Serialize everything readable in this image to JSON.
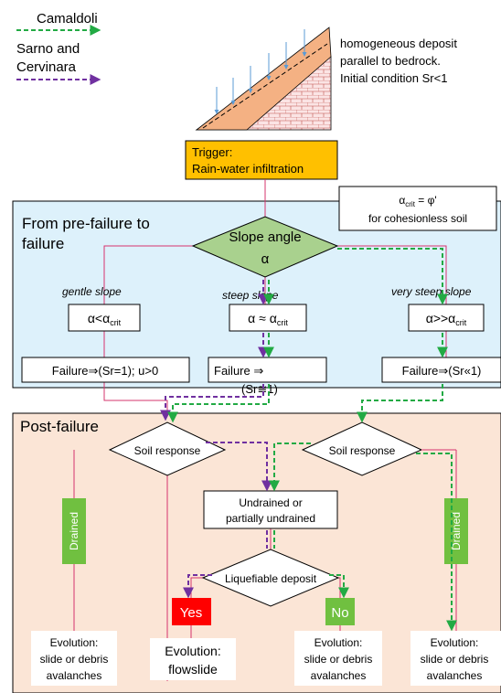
{
  "legend": {
    "camaldoli": "Camaldoli",
    "sarno_line1": "Sarno and",
    "sarno_line2": "Cervinara"
  },
  "initial_condition": {
    "line1": "homogeneous deposit",
    "line2": "parallel to bedrock.",
    "line3": "Initial condition Sr<1"
  },
  "trigger": {
    "line1": "Trigger:",
    "line2": "Rain-water infiltration"
  },
  "pre_failure": {
    "title_line1": "From pre-failure to",
    "title_line2": "failure",
    "alpha_note": {
      "sym": "α",
      "sub": "crit",
      "rest": " = φ'",
      "line2": "for cohesionless soil"
    },
    "slope_decision": {
      "line1": "Slope angle",
      "line2": "α"
    },
    "gentle": {
      "label": "gentle slope",
      "cond_prefix": "α<α",
      "cond_sub": "crit",
      "failure": "Failure⇒(Sr=1); u>0"
    },
    "steep": {
      "label": "steep slope",
      "cond_prefix": "α ≈ α",
      "cond_sub": "crit",
      "failure_line1": "Failure ⇒",
      "failure_line2": "(Sr≅1)"
    },
    "very_steep": {
      "label": "very steep slope",
      "cond_prefix": "α>>α",
      "cond_sub": "crit",
      "failure": "Failure⇒(Sr«1)"
    }
  },
  "post_failure": {
    "title": "Post-failure",
    "soil_response_left": "Soil response",
    "soil_response_right": "Soil response",
    "drained_left": "Drained",
    "drained_right": "Drained",
    "undrained_line1": "Undrained or",
    "undrained_line2": "partially undrained",
    "liquefiable": "Liquefiable deposit",
    "yes": "Yes",
    "no": "No",
    "evolution_1": {
      "line1": "Evolution:",
      "line2": "slide or debris",
      "line3": "avalanches"
    },
    "evolution_2": {
      "line1": "Evolution:",
      "line2": "flowslide"
    },
    "evolution_3": {
      "line1": "Evolution:",
      "line2": "slide or debris",
      "line3": "avalanches"
    },
    "evolution_4": {
      "line1": "Evolution:",
      "line2": "slide or debris",
      "line3": "avalanches"
    }
  },
  "colors": {
    "camaldoli_arrow": "#22aa44",
    "sarno_arrow": "#7030a0",
    "trigger_fill": "#ffc000",
    "decision_fill": "#a9d18e",
    "pre_failure_bg": "#ddf1fb",
    "post_failure_bg": "#fbe5d6",
    "yes_fill": "#ff0000",
    "green_box": "#70c040",
    "flow_line": "#d6346e",
    "rain": "#5b9bd5",
    "deposit": "#f4b183"
  }
}
